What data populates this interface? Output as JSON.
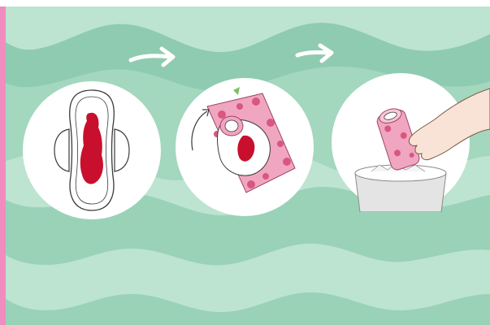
{
  "scene": {
    "steps": [
      {
        "id": "step-1",
        "icon": "unwrapped-used-pad-icon"
      },
      {
        "id": "step-2",
        "icon": "rolling-pad-in-wrapper-icon"
      },
      {
        "id": "step-3",
        "icon": "hand-dropping-pad-in-bin-icon"
      }
    ],
    "arrows": [
      "right-arrow-icon",
      "right-arrow-icon"
    ],
    "colors": {
      "background_mint": "#9fd5bb",
      "wave_light": "#b8e2cd",
      "wave_dark": "#8ccaae",
      "circle_fill": "#ffffff",
      "blood_red": "#c8102e",
      "wrapper_pink": "#f0a6c0",
      "flower_pink": "#d9577f",
      "side_strip": "#f08dbe",
      "skin": "#f9e3d6",
      "bin_gray": "#ececec"
    }
  }
}
